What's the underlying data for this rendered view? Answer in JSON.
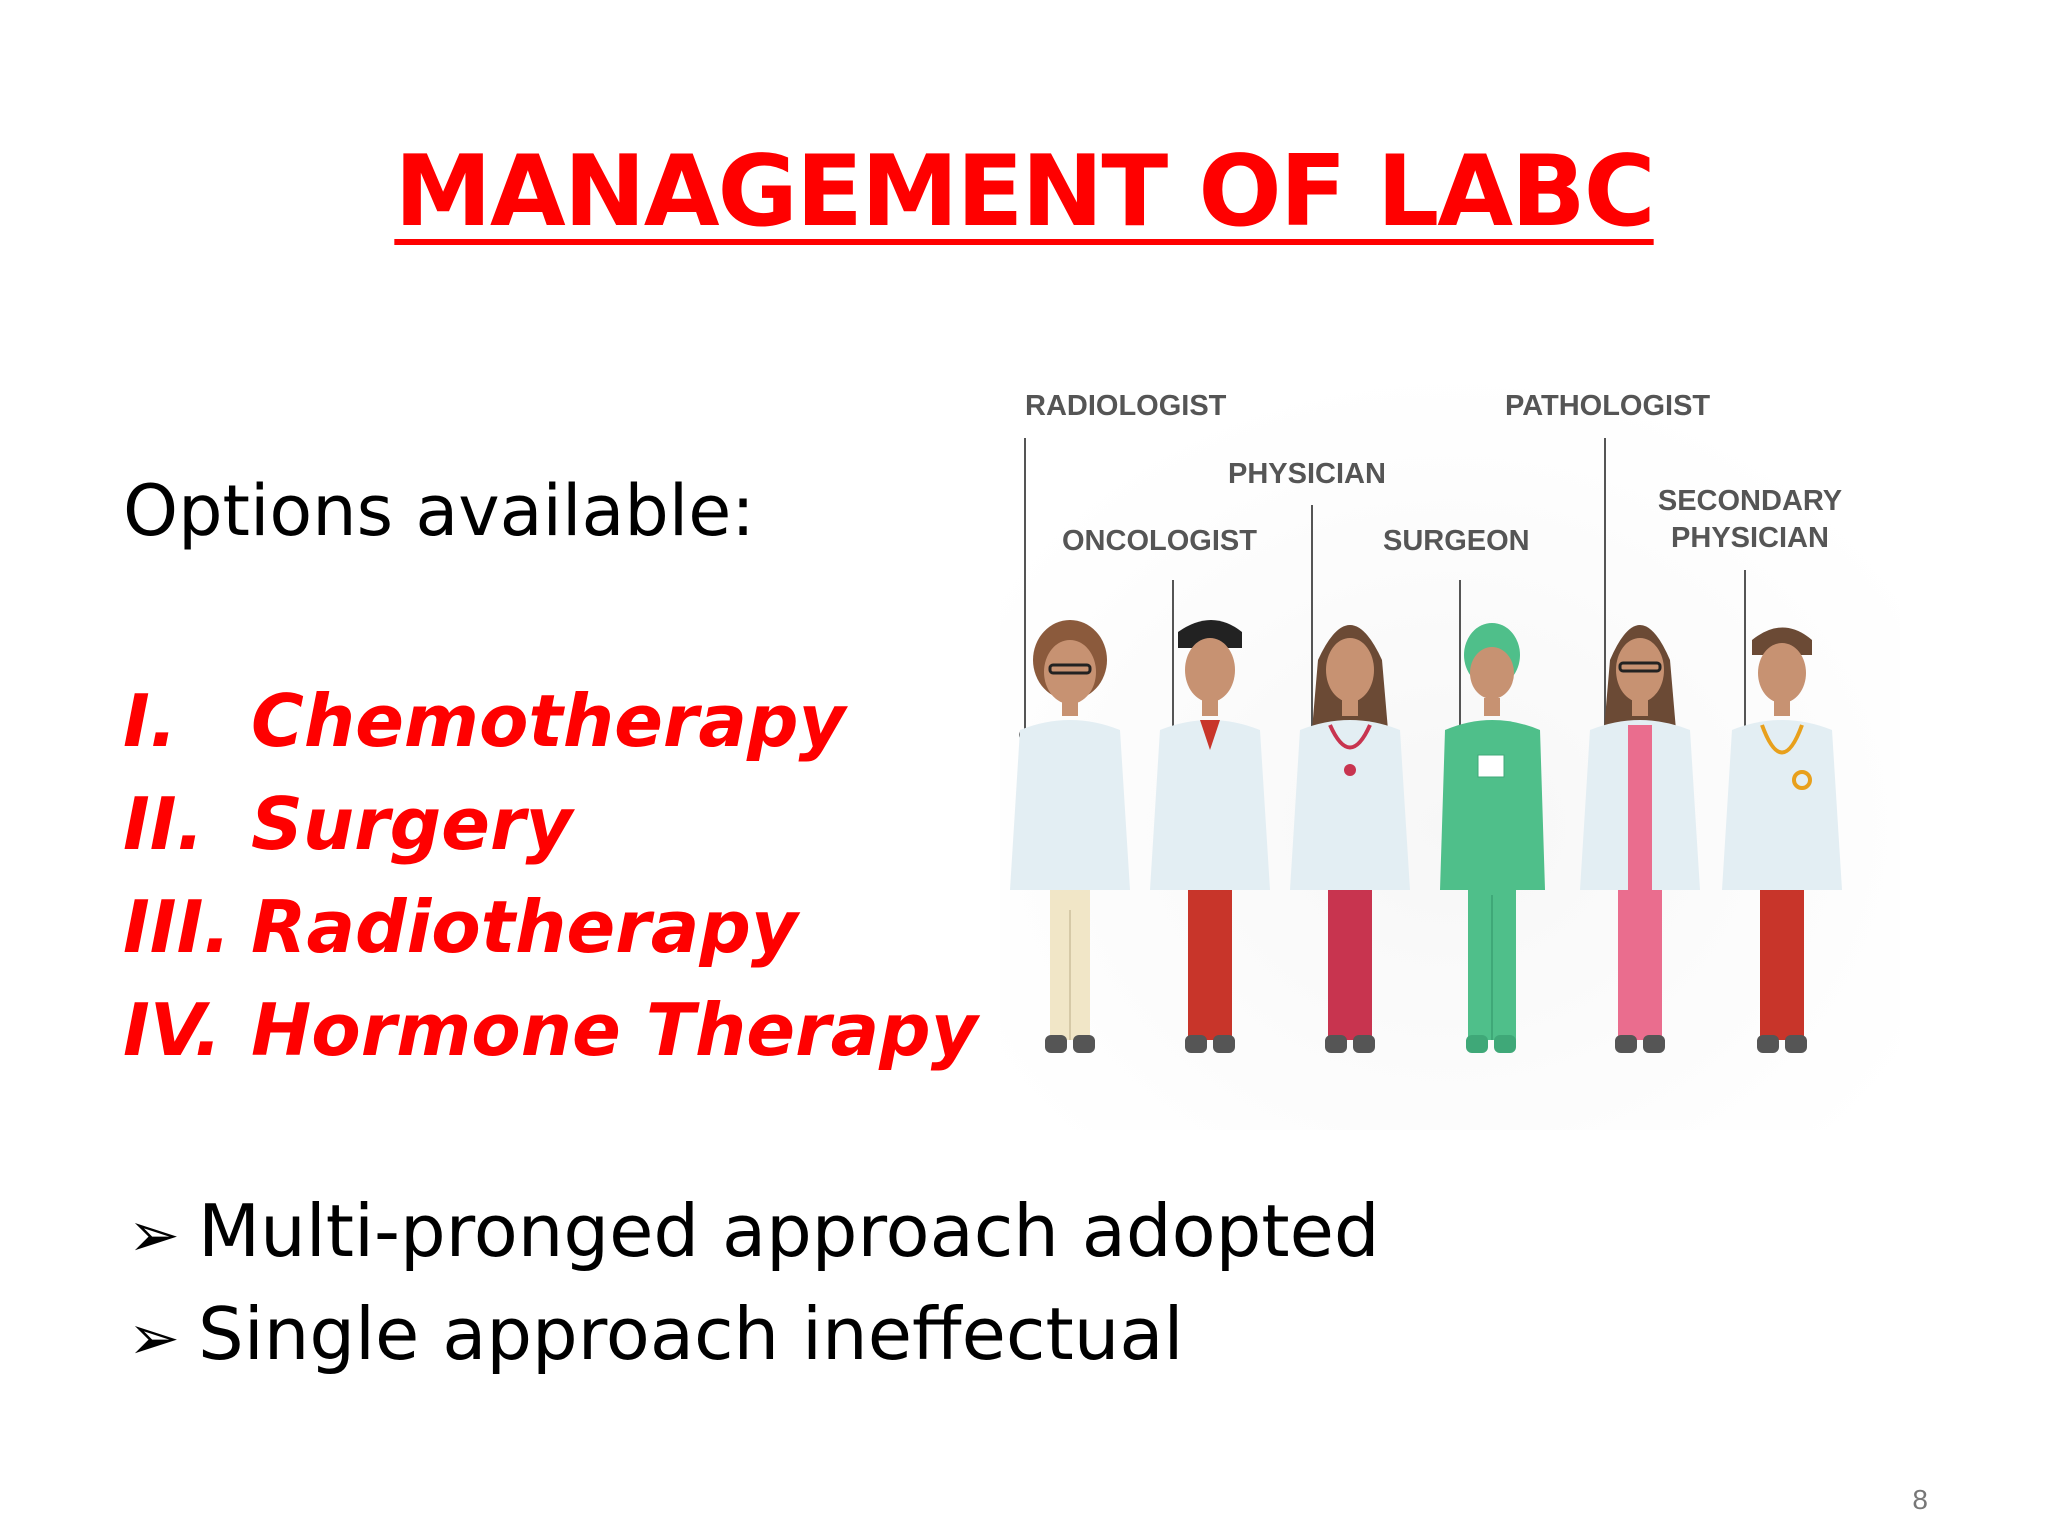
{
  "slide": {
    "title": "MANAGEMENT OF LABC",
    "intro": "Options available:",
    "options": [
      {
        "num": "I.",
        "label": "Chemotherapy"
      },
      {
        "num": "II.",
        "label": "Surgery"
      },
      {
        "num": "III.",
        "label": "Radiotherapy"
      },
      {
        "num": "IV.",
        "label": "Hormone Therapy"
      }
    ],
    "bullets": [
      {
        "icon": "arrow-bullet-icon",
        "text": "Multi-pronged approach adopted"
      },
      {
        "icon": "arrow-bullet-icon",
        "text": "Single approach ineffectual"
      }
    ],
    "page_number": "8"
  },
  "illustration": {
    "labels": {
      "radiologist": "RADIOLOGIST",
      "physician": "PHYSICIAN",
      "pathologist": "PATHOLOGIST",
      "oncologist": "ONCOLOGIST",
      "surgeon": "SURGEON",
      "secondary_physician_line1": "SECONDARY",
      "secondary_physician_line2": "PHYSICIAN"
    }
  },
  "colors": {
    "title": "#ff0000",
    "options": "#ff0000",
    "body_text": "#000000",
    "label_text": "#555555"
  }
}
